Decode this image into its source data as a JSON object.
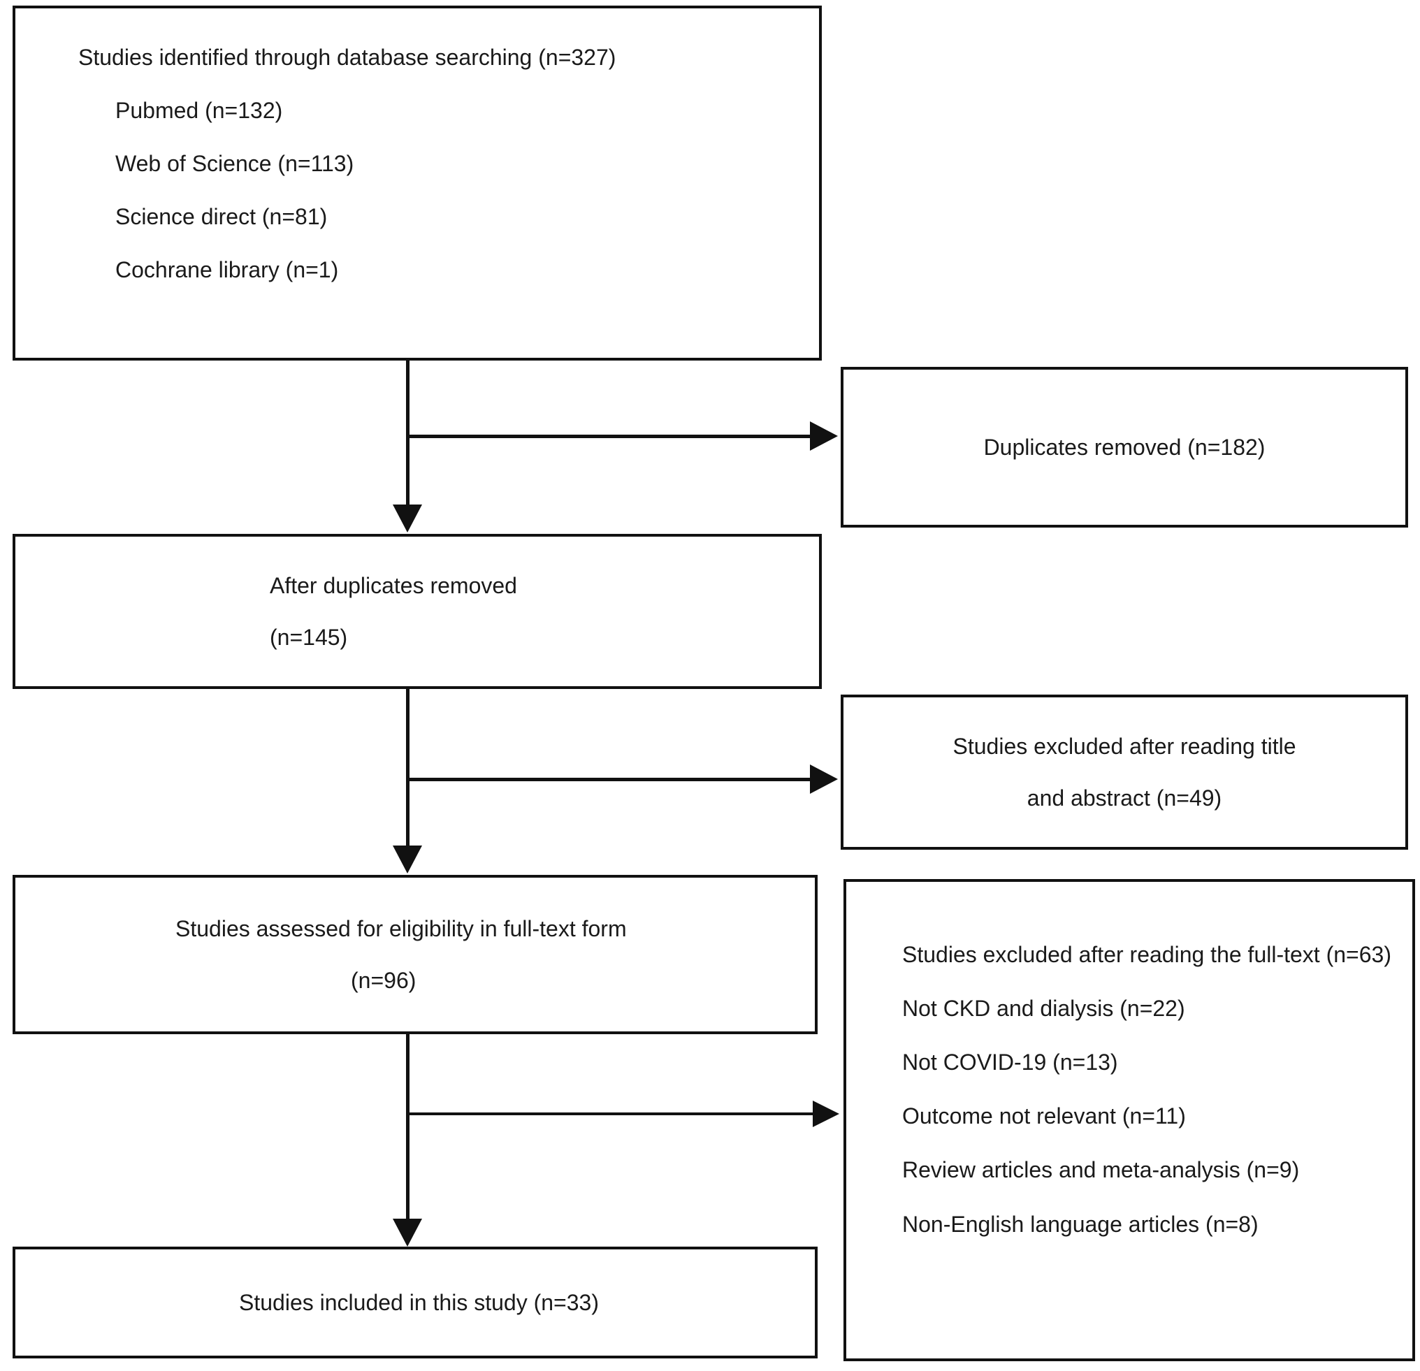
{
  "diagram": {
    "title": "PRISMA study selection flow diagram",
    "accent_color": "#111111",
    "background_color": "#ffffff",
    "text_color": "#1a1a1a"
  },
  "identification": {
    "heading": "Studies identified through database searching (n=327)",
    "sources": [
      "Pubmed (n=132)",
      "Web of Science (n=113)",
      "Science direct (n=81)",
      "Cochrane library (n=1)"
    ]
  },
  "duplicates_removed": {
    "label": "Duplicates removed (n=182)"
  },
  "after_duplicates": {
    "line1": "After duplicates removed",
    "line2": "(n=145)"
  },
  "excluded_title_abstract": {
    "line1": "Studies excluded after reading title",
    "line2": "and abstract (n=49)"
  },
  "eligibility": {
    "line1": "Studies assessed for eligibility in full-text form",
    "line2": "(n=96)"
  },
  "excluded_fulltext": {
    "heading": "Studies excluded after reading the\nfull-text (n=63)",
    "reasons": [
      "Not CKD and dialysis (n=22)",
      "Not COVID-19 (n=13)",
      "Outcome not relevant (n=11)",
      "Review articles and meta-analysis\n(n=9)",
      "Non-English language articles (n=8)"
    ]
  },
  "included": {
    "label": "Studies included in this study (n=33)"
  },
  "chart_data": {
    "type": "table",
    "title": "PRISMA flow counts",
    "categories": [
      "Identified through database searching",
      "Pubmed",
      "Web of Science",
      "Science direct",
      "Cochrane library",
      "Duplicates removed",
      "After duplicates removed",
      "Excluded after reading title and abstract",
      "Assessed for eligibility in full-text form",
      "Excluded after reading the full-text",
      "Not CKD and dialysis",
      "Not COVID-19",
      "Outcome not relevant",
      "Review articles and meta-analysis",
      "Non-English language articles",
      "Included in this study"
    ],
    "values": [
      327,
      132,
      113,
      81,
      1,
      182,
      145,
      49,
      96,
      63,
      22,
      13,
      11,
      9,
      8,
      33
    ]
  }
}
